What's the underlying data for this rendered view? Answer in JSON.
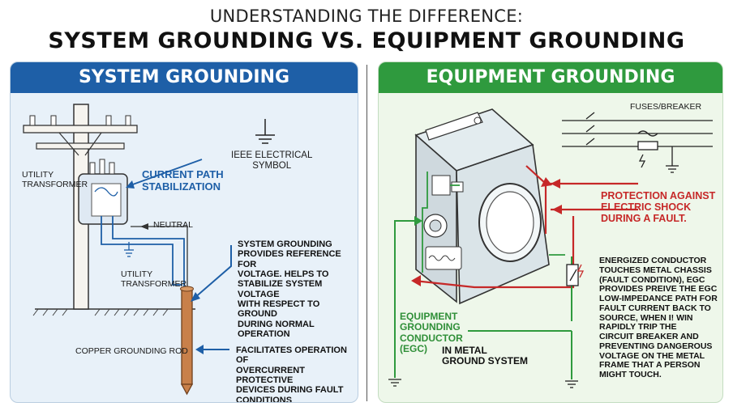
{
  "header": {
    "subtitle": "UNDERSTANDING THE DIFFERENCE:",
    "title": "SYSTEM GROUNDING VS. EQUIPMENT GROUNDING"
  },
  "system_panel": {
    "heading": "SYSTEM GROUNDING",
    "utility_transformer_top": "UTILITY\nTRANSFORMER",
    "current_path": "CURRENT PATH\nSTABILIZATION",
    "ieee_symbol": "IEEE ELECTRICAL\nSYMBOL",
    "neutral": "NEUTRAL",
    "utility_transformer_bottom": "UTILITY\nTRANSFORMER",
    "system_grounding_text": "SYSTEM GROUNDING\nPROVIDES REFERENCE FOR\nVOLTAGE. HELPS TO\nSTABILIZE SYSTEM VOLTAGE\nWITH RESPECT TO GROUND\nDURING NORMAL OPERATION",
    "copper_rod": "COPPER GROUNDING ROD",
    "facilitates_text": "FACILITATES OPERATION OF\nOVERCURRENT PROTECTIVE\nDEVICES DURING FAULT\nCONDITIONS"
  },
  "equipment_panel": {
    "heading": "EQUIPMENT GROUNDING",
    "fuses_breaker": "FUSES/BREAKER",
    "protection_text": "PROTECTION AGAINST\nELECTRIC SHOCK\nDURING A FAULT.",
    "energized_text": "ENERGIZED CONDUCTOR\nTOUCHES METAL CHASSIS\n(FAULT CONDITION), EGC\nPROVIDES PREIVE THE EGC\nLOW-IMPEDANCE PATH FOR\nFAULT CURRENT BACK TO\nSOURCE, WHEN I! WIN\nRAPIDLY TRIP THE\nCIRCUIT BREAKER AND\nPREVENTING DANGEROUS\nVOLTAGE ON THE METAL\nFRAME THAT A PERSON\nMIGHT TOUCH.",
    "egc_label_green": "EQUIPMENT\nGROUNDING\nCONDUCTOR\n(EGC)",
    "egc_label_dark": "IN METAL\nGROUND SYSTEM"
  },
  "colors": {
    "system_blue": "#1e5fa7",
    "equipment_green": "#2f9a3e",
    "fault_red": "#c62828"
  }
}
